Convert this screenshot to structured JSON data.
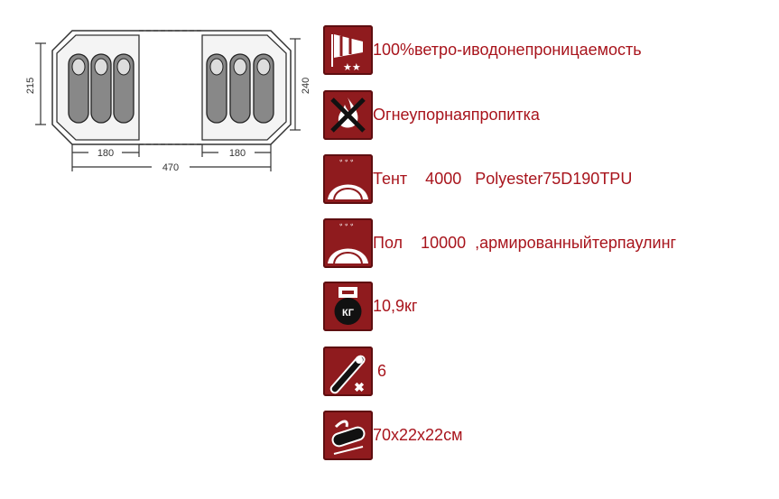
{
  "plan": {
    "dimensions": {
      "height_left": "215",
      "height_right": "240",
      "left_width": "180",
      "right_width": "180",
      "total_width": "470"
    },
    "sleepers_per_room": 3
  },
  "specs": [
    {
      "icon": "windsock-stars-icon",
      "text": "100%ветро-иводонепроницаемость"
    },
    {
      "icon": "no-fire-icon",
      "text": "Огнеупорнаяпропитка"
    },
    {
      "icon": "tent-rain-icon",
      "text": "Тент    4000   Polyester75D190TPU"
    },
    {
      "icon": "floor-rain-icon",
      "text": "Пол    10000  ,армированныйтерпаулинг"
    },
    {
      "icon": "kettlebell-icon",
      "text": "10,9кг",
      "icon_text": "КГ"
    },
    {
      "icon": "sleeping-bag-icon",
      "text": " 6"
    },
    {
      "icon": "carry-bag-icon",
      "text": "70x22x22см"
    }
  ],
  "colors": {
    "accent": "#8f1b1e",
    "text": "#a8141c"
  }
}
